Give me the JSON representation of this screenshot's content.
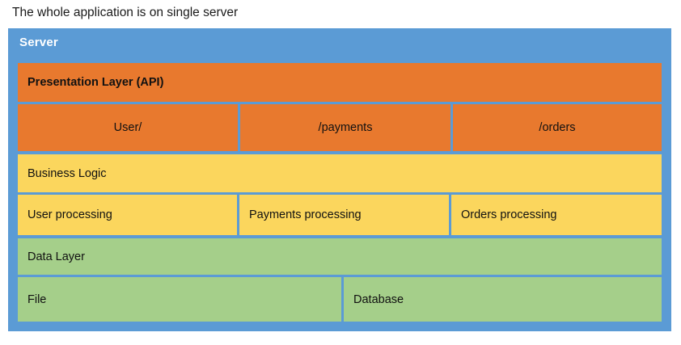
{
  "caption": "The whole application is on single server",
  "diagram": {
    "container": {
      "label": "Server",
      "color": "#5B9BD5"
    },
    "layers": [
      {
        "id": "presentation",
        "header": "Presentation Layer (API)",
        "color": "#E8792E",
        "header_bold": true,
        "cells_align": "center",
        "cells": [
          "User/",
          "/payments",
          "/orders"
        ]
      },
      {
        "id": "business-logic",
        "header": "Business Logic",
        "color": "#FBD65D",
        "header_bold": false,
        "cells_align": "left",
        "cells": [
          "User processing",
          "Payments processing",
          "Orders processing"
        ]
      },
      {
        "id": "data-layer",
        "header": "Data Layer",
        "color": "#A5CF8A",
        "header_bold": false,
        "cells_align": "left",
        "cells": [
          "File",
          "Database"
        ]
      }
    ]
  }
}
